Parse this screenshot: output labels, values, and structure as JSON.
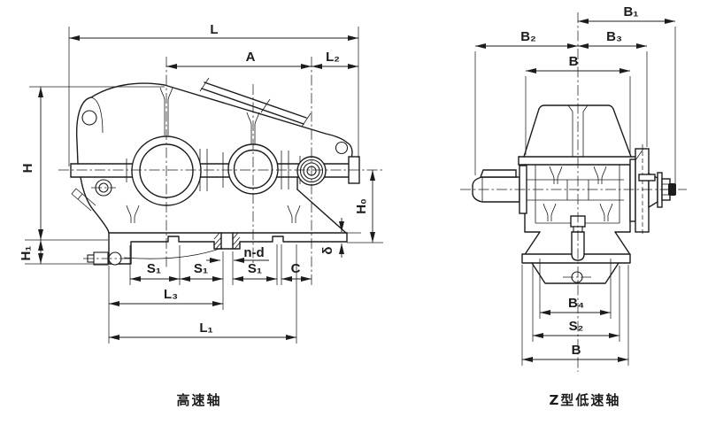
{
  "drawing": {
    "type": "technical-dimension-diagram",
    "subject": "gear-reducer-outline-drawing",
    "background": "#ffffff",
    "line_color": "#1c1c1c",
    "views": {
      "side_view": {
        "caption": "高速轴",
        "labels": {
          "L": "L",
          "A": "A",
          "L2": "L₂",
          "H": "H",
          "H1": "H₁",
          "H0": "H₀",
          "delta": "δ",
          "S1": "S₁",
          "C": "C",
          "nd": "n-d",
          "L3": "L₃",
          "L1": "L₁"
        }
      },
      "end_view": {
        "caption": "Z型低速轴",
        "labels": {
          "B1": "B₁",
          "B2": "B₂",
          "B3": "B₃",
          "B": "B",
          "B4": "B₄",
          "S2": "S₂"
        }
      }
    }
  }
}
